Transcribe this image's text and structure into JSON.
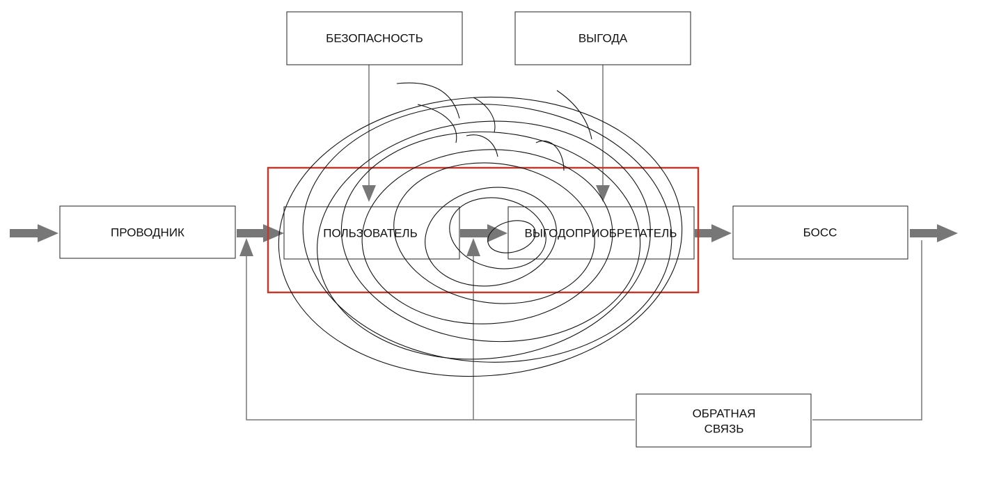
{
  "nodes": {
    "provodnik": "ПРОВОДНИК",
    "polzovatel": "ПОЛЬЗОВАТЕЛЬ",
    "vygodopriobretatel": "ВЫГОДОПРИОБРЕТАТЕЛЬ",
    "boss": "БОСС",
    "bezopasnost": "БЕЗОПАСНОСТЬ",
    "vygoda": "ВЫГОДА",
    "feedback_line1": "ОБРАТНАЯ",
    "feedback_line2": "СВЯЗЬ"
  },
  "colors": {
    "arrow": "#777777",
    "highlight": "#c0392b",
    "scribble": "#111111"
  }
}
